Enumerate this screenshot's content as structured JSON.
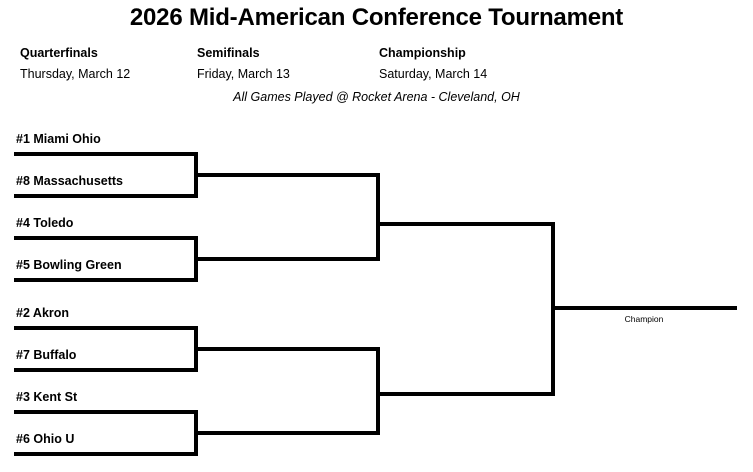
{
  "page": {
    "title": "2026 Mid-American Conference Tournament",
    "venue_note": "All Games Played @ Rocket Arena - Cleveland, OH",
    "background_color": "#ffffff",
    "line_color": "#000000"
  },
  "rounds": [
    {
      "label": "Quarterfinals",
      "date": "Thursday, March 12"
    },
    {
      "label": "Semifinals",
      "date": "Friday, March 13"
    },
    {
      "label": "Championship",
      "date": "Saturday, March 14"
    }
  ],
  "bracket": {
    "champion_label": "Champion",
    "quarterfinals": [
      {
        "seed": "#1",
        "team": "Miami Ohio",
        "label": "#1 Miami Ohio"
      },
      {
        "seed": "#8",
        "team": "Massachusetts",
        "label": "#8 Massachusetts"
      },
      {
        "seed": "#4",
        "team": "Toledo",
        "label": "#4 Toledo"
      },
      {
        "seed": "#5",
        "team": "Bowling Green",
        "label": "#5 Bowling Green"
      },
      {
        "seed": "#2",
        "team": "Akron",
        "label": "#2 Akron"
      },
      {
        "seed": "#7",
        "team": "Buffalo",
        "label": "#7 Buffalo"
      },
      {
        "seed": "#3",
        "team": "Kent St",
        "label": "#3 Kent St"
      },
      {
        "seed": "#6",
        "team": "Ohio U",
        "label": "#6 Ohio U"
      }
    ],
    "semifinals": [
      {
        "slot": 1,
        "label": ""
      },
      {
        "slot": 2,
        "label": ""
      },
      {
        "slot": 3,
        "label": ""
      },
      {
        "slot": 4,
        "label": ""
      }
    ],
    "final": [
      {
        "slot": 1,
        "label": ""
      },
      {
        "slot": 2,
        "label": ""
      }
    ],
    "winner": {
      "label": ""
    }
  }
}
